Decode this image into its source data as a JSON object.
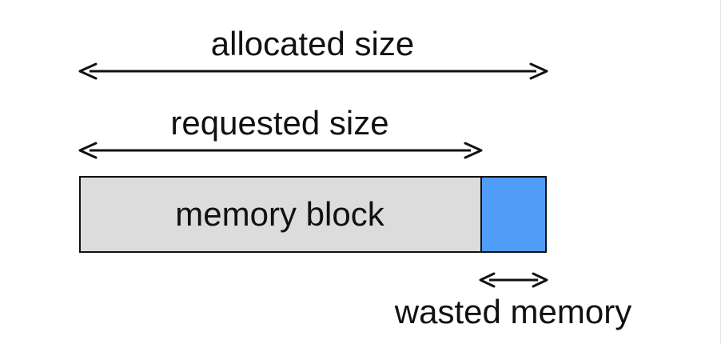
{
  "labels": {
    "allocated_size": "allocated size",
    "requested_size": "requested size",
    "memory_block": "memory block",
    "wasted_memory": "wasted memory"
  },
  "colors": {
    "memory_block_fill": "#dcdcdc",
    "wasted_fill": "#4f9df7",
    "stroke": "#111111"
  }
}
